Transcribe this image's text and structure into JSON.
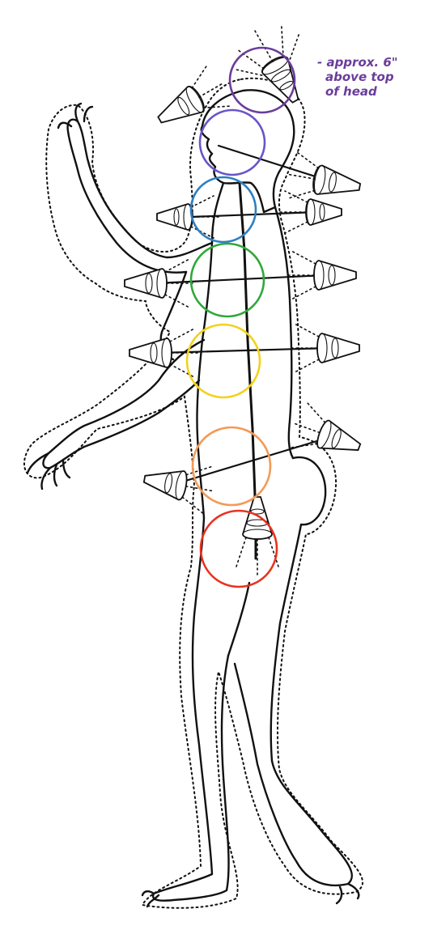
{
  "annotation": {
    "line1": "- approx. 6\"",
    "line2": "above top",
    "line3": "of head",
    "color": "#6a3d9a"
  },
  "chakras": [
    {
      "name": "crown",
      "color": "#6a3d9a"
    },
    {
      "name": "third-eye",
      "color": "#6a55c8"
    },
    {
      "name": "throat",
      "color": "#2e7fc1"
    },
    {
      "name": "heart",
      "color": "#2fa83a"
    },
    {
      "name": "solar-plexus",
      "color": "#f2d21b"
    },
    {
      "name": "sacral",
      "color": "#f39a57"
    },
    {
      "name": "root",
      "color": "#e8321e"
    }
  ]
}
